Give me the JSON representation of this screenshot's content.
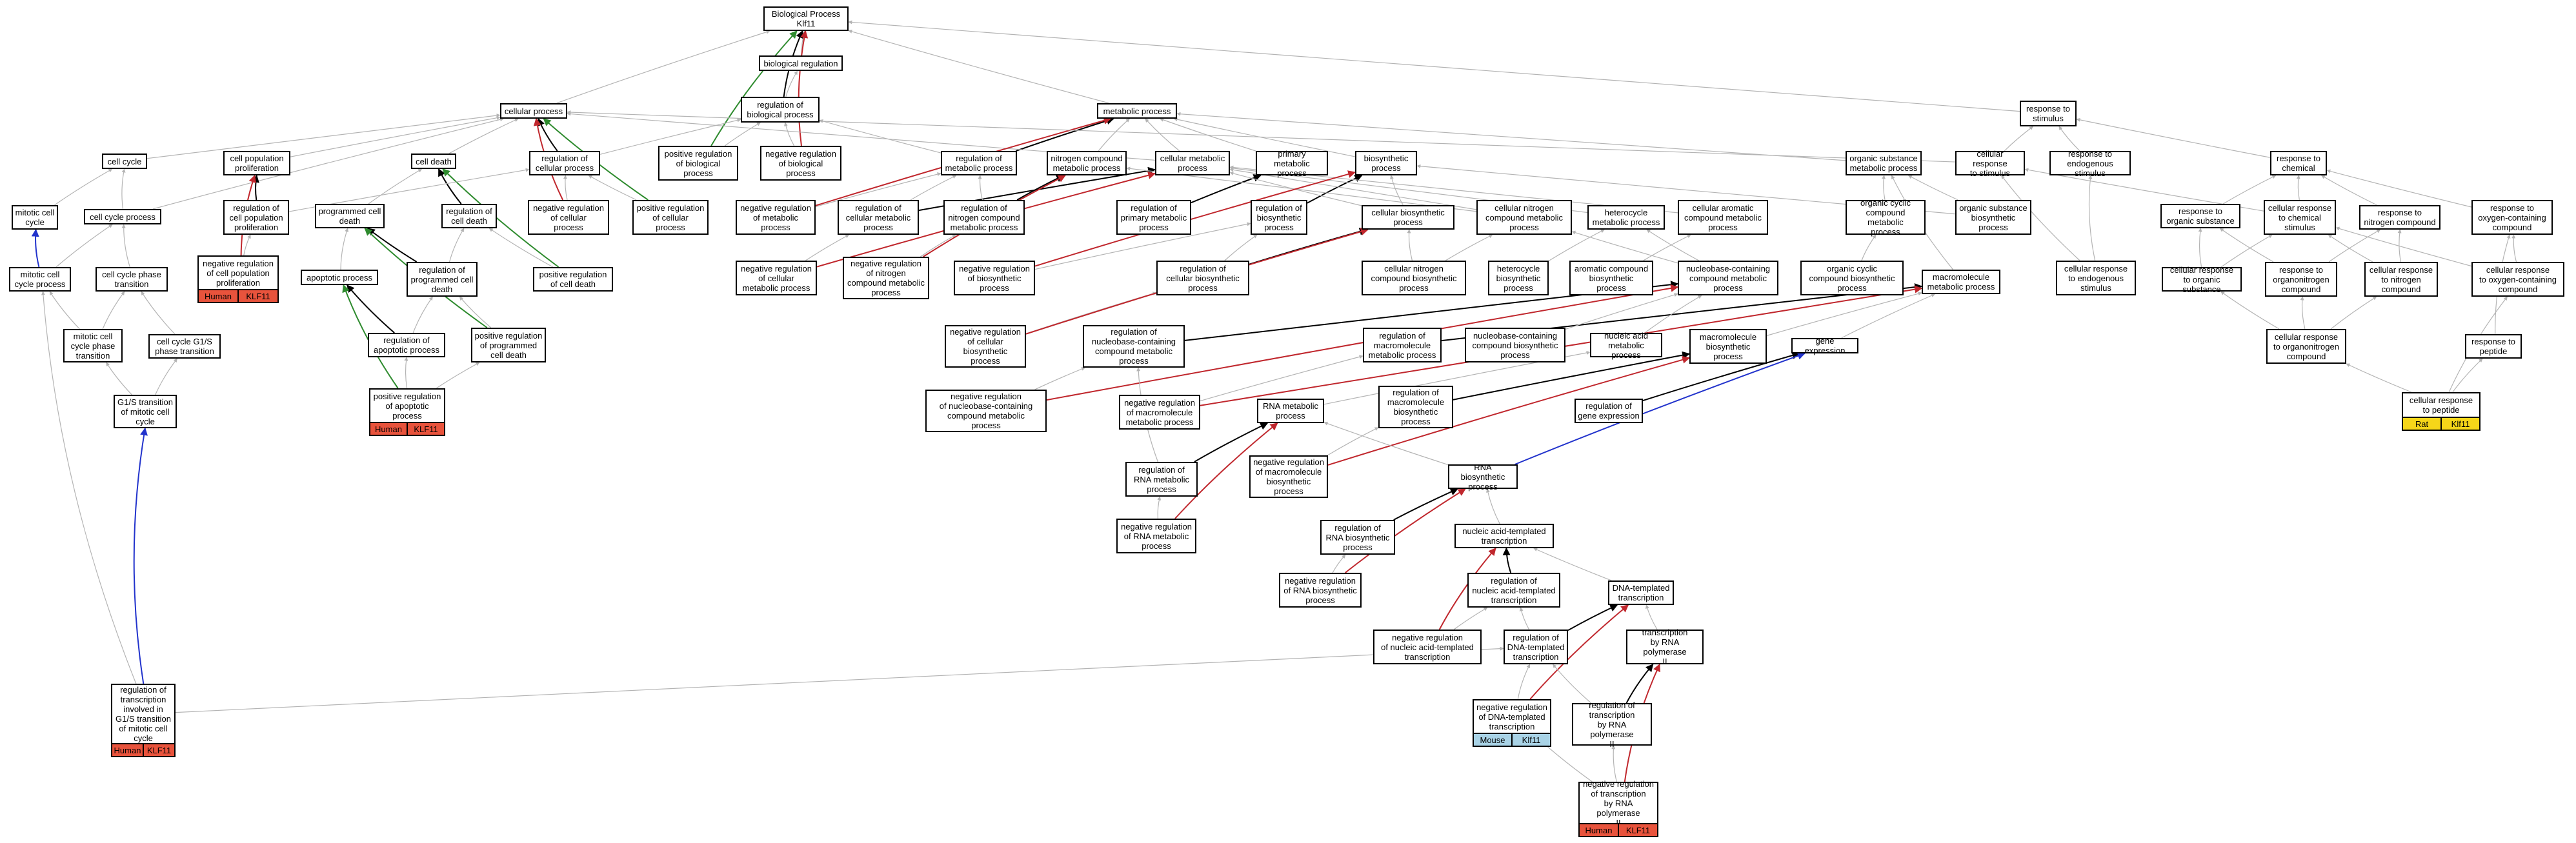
{
  "graph": {
    "nodes": {
      "bp": "Biological Process\nKlf11",
      "bioreg": "biological regulation",
      "regbp": "regulation of\nbiological process",
      "posregbp": "positive regulation\nof biological\nprocess",
      "negregbp": "negative regulation\nof biological\nprocess",
      "cellproc": "cellular process",
      "metproc": "metabolic process",
      "respstim": "response to\nstimulus",
      "cellcycle": "cell cycle",
      "mitcc": "mitotic cell\ncycle",
      "ccproc": "cell cycle process",
      "mitccproc": "mitotic cell\ncycle process",
      "ccphtr": "cell cycle phase\ntransition",
      "mitccphtr": "mitotic cell\ncycle phase\ntransition",
      "ccg1s": "cell cycle G1/S\nphase transition",
      "g1s": "G1/S transition\nof mitotic cell\ncycle",
      "regtxg1s": "regulation of\ntranscription\ninvolved in\nG1/S transition\nof mitotic cell\ncycle",
      "cellpop": "cell population\nproliferation",
      "regcellpop": "regulation of\ncell population\nproliferation",
      "negregcellpop": "negative regulation\nof cell population\nproliferation",
      "celldeath": "cell death",
      "regcelldeath": "regulation of\ncell death",
      "pcd": "programmed cell\ndeath",
      "apop": "apoptotic process",
      "regpcd": "regulation of\nprogrammed cell\ndeath",
      "regapop": "regulation of\napoptotic process",
      "posregpcd": "positive regulation\nof programmed\ncell death",
      "posregcd": "positive regulation\nof cell death",
      "posregapop": "positive regulation\nof apoptotic\nprocess",
      "regcellproc": "regulation of\ncellular process",
      "negregcellproc": "negative regulation\nof cellular\nprocess",
      "posregcellproc": "positive regulation\nof cellular\nprocess",
      "regmetproc": "regulation of\nmetabolic process",
      "nitcompmet": "nitrogen compound\nmetabolic process",
      "cellmet": "cellular metabolic\nprocess",
      "primmet": "primary metabolic\nprocess",
      "biosyn": "biosynthetic\nprocess",
      "negregmet": "negative regulation\nof metabolic\nprocess",
      "regcellmet": "regulation of\ncellular metabolic\nprocess",
      "regnitmet": "regulation of\nnitrogen compound\nmetabolic process",
      "regprimmet": "regulation of\nprimary metabolic\nprocess",
      "regbiosyn": "regulation of\nbiosynthetic\nprocess",
      "cellbiosyn": "cellular biosynthetic\nprocess",
      "cellnitmet": "cellular nitrogen\ncompound metabolic\nprocess",
      "hetmet": "heterocycle\nmetabolic process",
      "cellarommet": "cellular aromatic\ncompound metabolic\nprocess",
      "orgsubmet": "organic substance\nmetabolic process",
      "orgcycmet": "organic cyclic\ncompound metabolic\nprocess",
      "orgsubbiosyn": "organic substance\nbiosynthetic\nprocess",
      "negregcellmet": "negative regulation\nof cellular\nmetabolic process",
      "negregnitmet": "negative regulation\nof nitrogen\ncompound metabolic\nprocess",
      "negregbiosyn": "negative regulation\nof biosynthetic\nprocess",
      "regcellbiosyn": "regulation of\ncellular biosynthetic\nprocess",
      "cellnitbiosyn": "cellular nitrogen\ncompound biosynthetic\nprocess",
      "hetbiosyn": "heterocycle\nbiosynthetic\nprocess",
      "arombiosyn": "aromatic compound\nbiosynthetic\nprocess",
      "nbcmet": "nucleobase-containing\ncompound metabolic\nprocess",
      "orgcycbiosyn": "organic cyclic\ncompound biosynthetic\nprocess",
      "macromet": "macromolecule\nmetabolic process",
      "negregcellbiosyn": "negative regulation\nof cellular\nbiosynthetic\nprocess",
      "regnbcmet": "regulation of\nnucleobase-containing\ncompound metabolic\nprocess",
      "regmacromet": "regulation of\nmacromolecule\nmetabolic process",
      "nbcbiosyn": "nucleobase-containing\ncompound biosynthetic\nprocess",
      "nucacidmet": "nucleic acid\nmetabolic process",
      "macrobiosyn": "macromolecule\nbiosynthetic\nprocess",
      "geneexpr": "gene expression",
      "negregnbcmet": "negative regulation\nof nucleobase-containing\ncompound metabolic\nprocess",
      "negregmacromet": "negative regulation\nof macromolecule\nmetabolic process",
      "rnamet": "RNA metabolic\nprocess",
      "regmacrobiosyn": "regulation of\nmacromolecule\nbiosynthetic\nprocess",
      "reggeneexpr": "regulation of\ngene expression",
      "regrnamet": "regulation of\nRNA metabolic\nprocess",
      "negregmacrobiosyn": "negative regulation\nof macromolecule\nbiosynthetic\nprocess",
      "rnabiosyn": "RNA biosynthetic\nprocess",
      "negregrnamet": "negative regulation\nof RNA metabolic\nprocess",
      "regrnabiosyn": "regulation of\nRNA biosynthetic\nprocess",
      "natx": "nucleic acid-templated\ntranscription",
      "negregrnabiosyn": "negative regulation\nof RNA biosynthetic\nprocess",
      "regnatx": "regulation of\nnucleic acid-templated\ntranscription",
      "dnatx": "DNA-templated\ntranscription",
      "negregnatx": "negative regulation\nof nucleic acid-templated\ntranscription",
      "regdnatx": "regulation of\nDNA-templated\ntranscription",
      "txpol2": "transcription\nby RNA polymerase\nII",
      "negregdnatx": "negative regulation\nof DNA-templated\ntranscription",
      "regtxpol2": "regulation of\ntranscription\nby RNA polymerase\nII",
      "negregtxpol2": "negative regulation\nof transcription\nby RNA polymerase\nII",
      "orgsubmetreg": "organic substance\nmetabolic process",
      "cellrespstim": "cellular response\nto stimulus",
      "respendo": "response to\nendogenous stimulus",
      "respchem": "response to\nchemical",
      "cellrespendo": "cellular response\nto endogenous\nstimulus",
      "resporgsub": "response to\norganic substance",
      "cellrespchem": "cellular response\nto chemical\nstimulus",
      "respnitcomp": "response to\nnitrogen compound",
      "respoxy": "response to\noxygen-containing\ncompound",
      "cellresporgsub": "cellular response\nto organic substance",
      "resporganonit": "response to\norganonitrogen\ncompound",
      "cellrespnit": "cellular response\nto nitrogen\ncompound",
      "cellrespoxy": "cellular response\nto oxygen-containing\ncompound",
      "cellresporganonit": "cellular response\nto organonitrogen\ncompound",
      "resppeptide": "response to\npeptide",
      "cellresppeptide": "cellular response\nto peptide"
    },
    "tags": {
      "negregcellpop": [
        "Human",
        "KLF11"
      ],
      "posregapop": [
        "Human",
        "KLF11"
      ],
      "regtxg1s": [
        "Human",
        "KLF11"
      ],
      "negregdnatx": [
        "Mouse",
        "Klf11"
      ],
      "negregtxpol2": [
        "Human",
        "KLF11"
      ],
      "cellresppeptide": [
        "Rat",
        "Klf11"
      ]
    },
    "colors": {
      "human": "#e8533c",
      "mouse": "#a9d3e6",
      "rat": "#f6d619",
      "is_a": "#b4b4b4",
      "part_of": "#000000",
      "negatively_regulates": "#c0272d",
      "positively_regulates": "#2e8b2e",
      "regulates_cycle": "#2233cc"
    }
  }
}
